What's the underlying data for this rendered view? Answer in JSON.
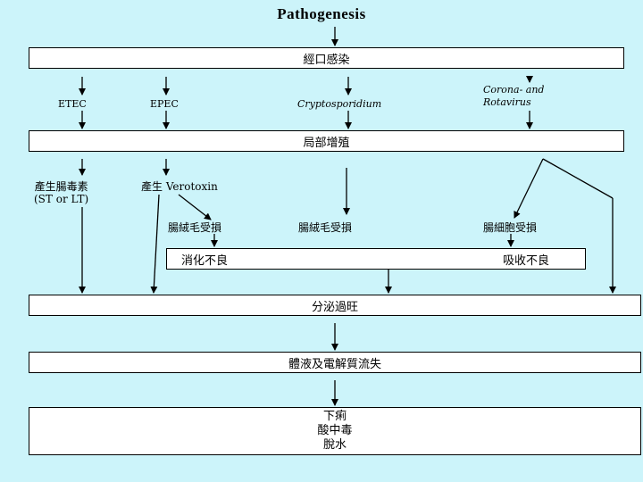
{
  "title": "Pathogenesis",
  "boxes": {
    "oral_infection": "經口感染",
    "local_proliferation": "局部增殖",
    "secretion": "分泌過旺",
    "fluid_loss": "體液及電解質流失",
    "outcomes": [
      "下痢",
      "酸中毒",
      "脫水"
    ]
  },
  "pathogens": {
    "etec": "ETEC",
    "epec": "EPEC",
    "crypto": "Cryptosporidium",
    "corona_line1": "Corona- and",
    "corona_line2": "Rotavirus"
  },
  "mechanisms": {
    "enterotoxin_line1": "產生腸毒素",
    "enterotoxin_line2": "(ST or LT)",
    "verotoxin_prefix": "產生",
    "verotoxin_name": "Verotoxin",
    "villus_damage_1": "腸絨毛受損",
    "villus_damage_2": "腸絨毛受損",
    "cell_damage": "腸細胞受損",
    "digestion_poor": "消化不良",
    "absorption_poor": "吸收不良"
  }
}
